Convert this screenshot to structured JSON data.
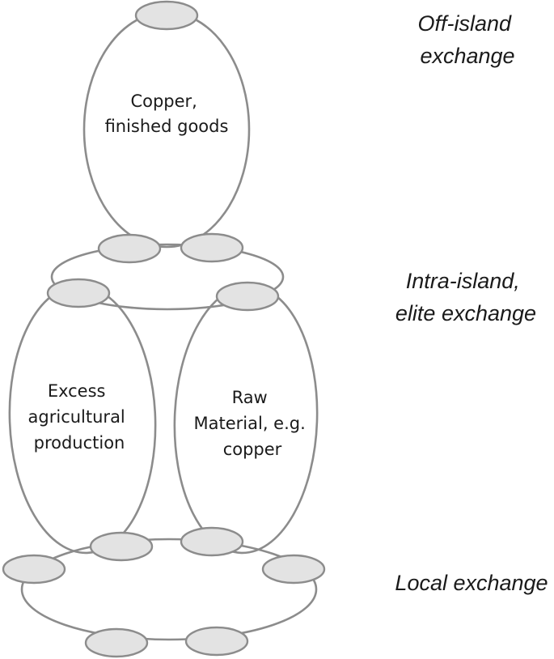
{
  "diagram": {
    "spheres": {
      "off_island": {
        "label_lines": [
          "Copper,",
          "finished goods"
        ]
      },
      "agricultural": {
        "label_lines": [
          "Excess",
          "agricultural",
          "production"
        ]
      },
      "raw_material": {
        "label_lines": [
          "Raw",
          "Material, e.g.",
          "copper"
        ]
      }
    },
    "levels": {
      "off_island": [
        "Off-island",
        "exchange"
      ],
      "intra_island": [
        "Intra-island,",
        "elite exchange"
      ],
      "local": [
        "Local exchange"
      ]
    },
    "colors": {
      "outline": "#8c8c8c",
      "node_fill": "#e3e3e3",
      "text": "#1a1a1a"
    }
  }
}
